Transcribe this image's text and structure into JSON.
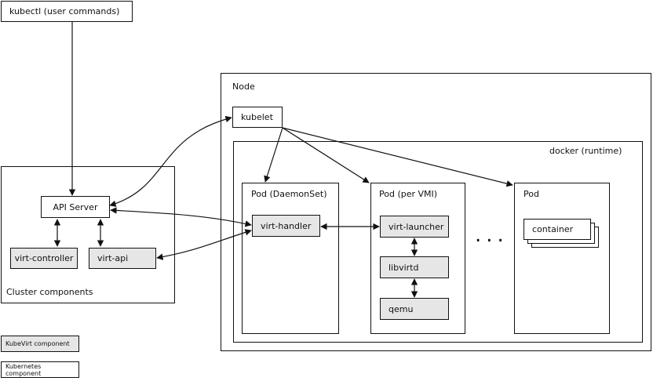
{
  "top": {
    "kubectl": "kubectl (user commands)"
  },
  "cluster": {
    "api_server": "API Server",
    "virt_controller": "virt-controller",
    "virt_api": "virt-api",
    "caption": "Cluster components"
  },
  "node": {
    "title": "Node",
    "kubelet": "kubelet",
    "docker_runtime": "docker (runtime)",
    "pod_daemonset": {
      "title": "Pod (DaemonSet)",
      "virt_handler": "virt-handler"
    },
    "pod_per_vmi": {
      "title": "Pod (per VMI)",
      "virt_launcher": "virt-launcher",
      "libvirtd": "libvirtd",
      "qemu": "qemu"
    },
    "ellipsis": "...",
    "pod_generic": {
      "title": "Pod",
      "container": "container"
    }
  },
  "legend": {
    "kubevirt": "KubeVirt component",
    "kubernetes": "Kubernetes component"
  },
  "colors": {
    "kubevirt_fill": "#e6e6e6",
    "kubernetes_fill": "#ffffff",
    "stroke": "#111111"
  }
}
